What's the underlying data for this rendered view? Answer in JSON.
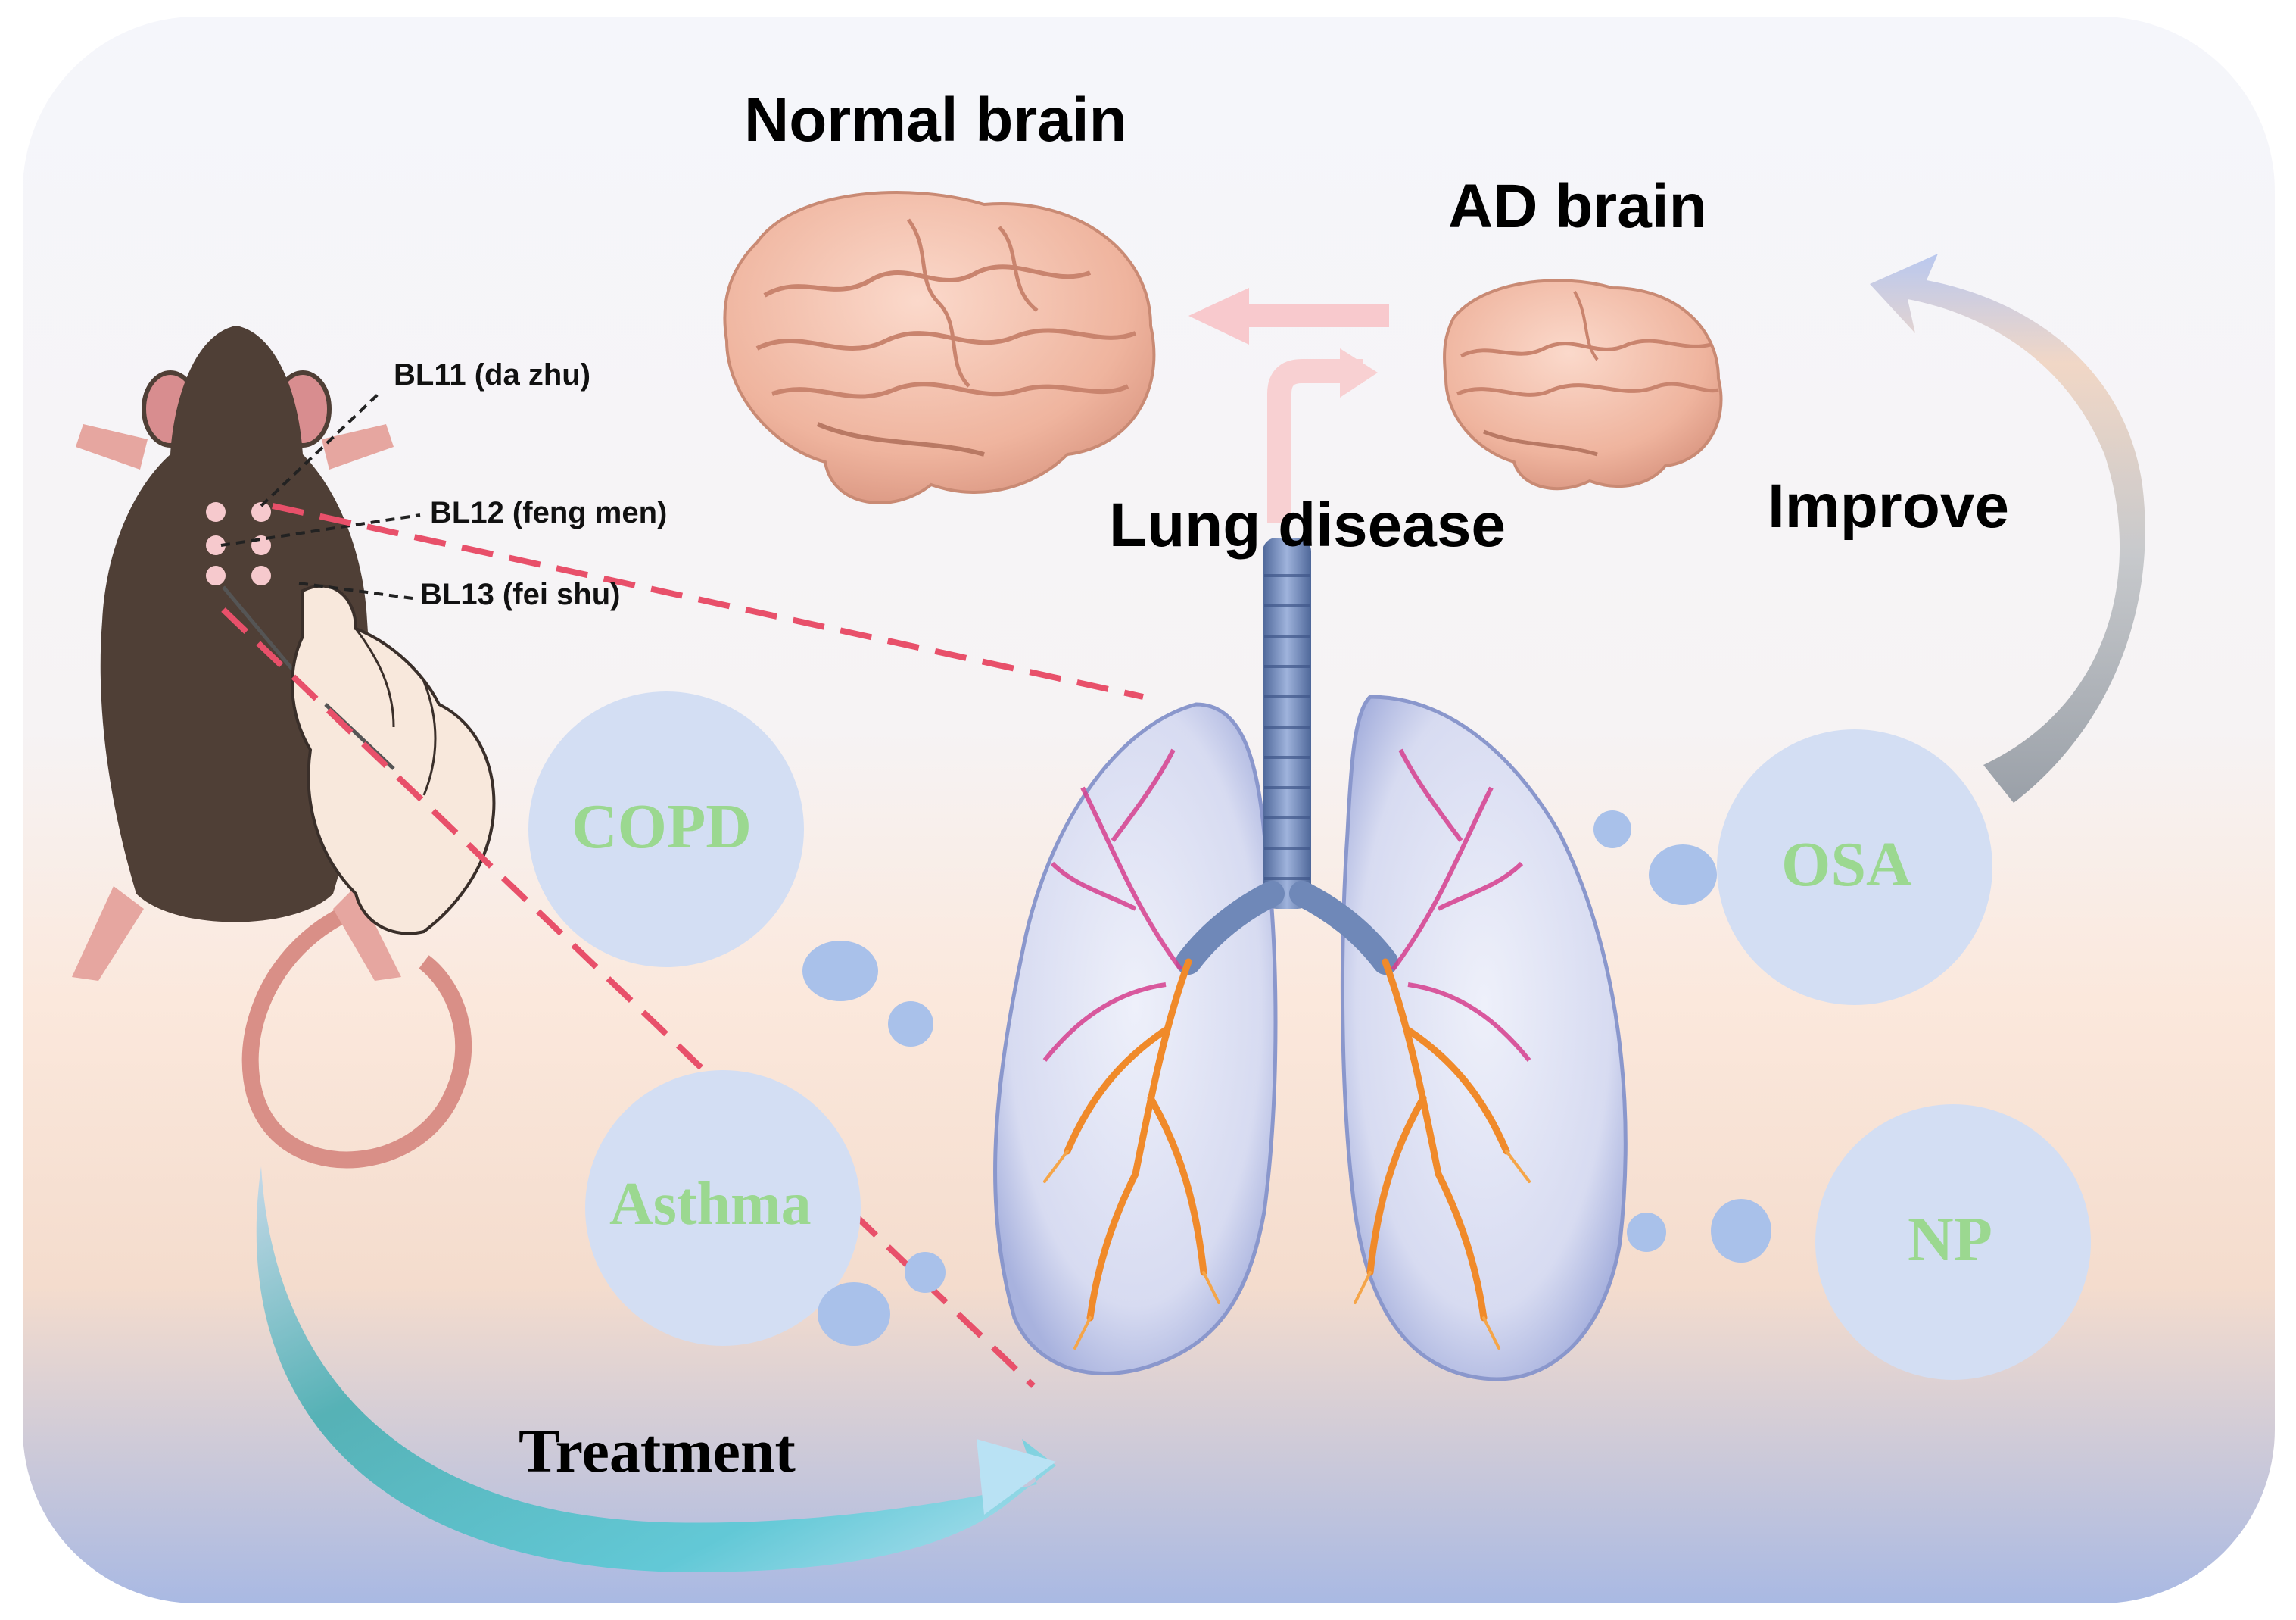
{
  "titles": {
    "normal_brain": "Normal brain",
    "ad_brain": "AD brain",
    "lung_disease": "Lung disease",
    "improve": "Improve",
    "treatment": "Treatment"
  },
  "acupoints": [
    {
      "label": "BL11 (da zhu)"
    },
    {
      "label": "BL12 (feng men)"
    },
    {
      "label": "BL13 (fei shu)"
    }
  ],
  "diseases": [
    {
      "label": "COPD"
    },
    {
      "label": "Asthma"
    },
    {
      "label": "OSA"
    },
    {
      "label": "NP"
    }
  ],
  "colors": {
    "background_top": "#f5f6fb",
    "background_mid": "#fbe9de",
    "background_bottom": "#aabbe3",
    "disease_circle": "#d3def3",
    "disease_text": "#9bd890",
    "bubble": "#a9c1ea",
    "dashed_line": "#e8506a",
    "brain": "#f0b8a4",
    "mouse": "#4f3f36",
    "trachea": "#6f88b8",
    "lung_outline": "#7f8fc6",
    "vessels": "#d63f8e",
    "bronchi": "#f08a2a"
  },
  "icons": [
    "mouse-illustration",
    "hand-illustration",
    "normal-brain-image",
    "ad-brain-image",
    "lung-image",
    "arrow-icon"
  ]
}
